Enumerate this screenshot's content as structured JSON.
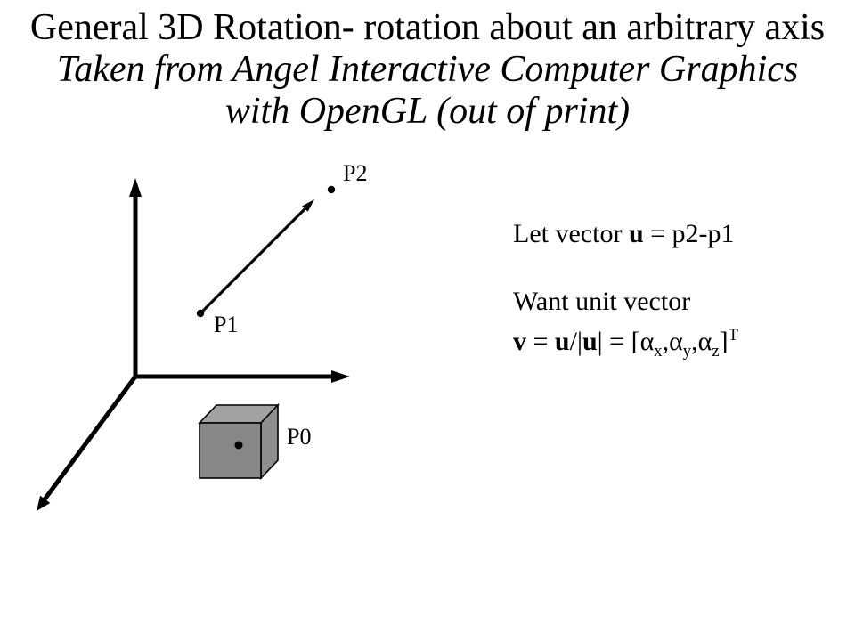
{
  "slide": {
    "title": "General 3D Rotation- rotation about an arbitrary axis",
    "subtitle_line1": "Taken from Angel Interactive Computer Graphics",
    "subtitle_line2": "with OpenGL (out of print)"
  },
  "diagram": {
    "point_labels": {
      "p0": "P0",
      "p1": "P1",
      "p2": "P2"
    },
    "colors": {
      "stroke": "#000000",
      "cube_front": "#878787",
      "cube_top": "#a2a2a2",
      "cube_right": "#8e8e8e"
    }
  },
  "notes": {
    "line1": {
      "prefix": "Let vector ",
      "u": "u",
      "suffix": " = p2-p1"
    },
    "line2": "Want unit vector",
    "formula": {
      "v": "v",
      "eq1": " = ",
      "u1": "u",
      "slash": "/|",
      "u2": "u",
      "eq2": "| = [",
      "alpha1": "α",
      "sub1": "x",
      "alpha2": ",α",
      "sub2": "y",
      "alpha3": ",α",
      "sub3": "z",
      "bracket": "]",
      "sup_t": "T"
    }
  }
}
